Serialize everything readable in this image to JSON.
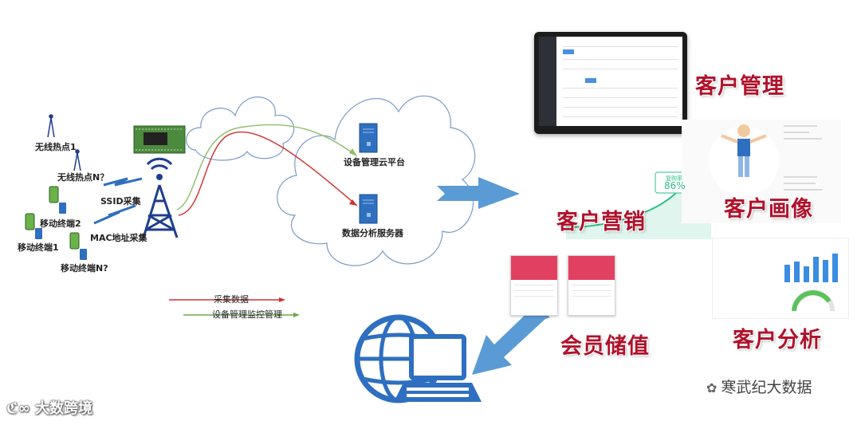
{
  "network_side": {
    "hotspot_1": "无线热点1",
    "hotspot_n": "无线热点N？",
    "terminal_2": "移动终端2",
    "terminal_1": "移动终端1",
    "terminal_n": "移动终端N?",
    "ssid": "SSID采集",
    "mac": "MAC地址采集"
  },
  "cloud": {
    "platform": "设备管理云平台",
    "server": "数据分析服务器"
  },
  "legend": {
    "collect": "采集数据",
    "manage": "设备管理监控管理",
    "collect_color": "#d2302e",
    "manage_color": "#6aa84f"
  },
  "modules": {
    "customer_management": "客户管理",
    "customer_profile": "客户画像",
    "customer_marketing": "客户营销",
    "member_recharge": "会员储值",
    "customer_analysis": "客户分析"
  },
  "marketing_card": {
    "rate_label": "复购率",
    "rate_value": "86%"
  },
  "watermarks": {
    "left": "大数跨境",
    "right": "寒武纪大数据"
  },
  "colors": {
    "arrow_blue": "#5b9bd5",
    "label_red": "#b0122b",
    "tower": "#1f3e8c"
  }
}
